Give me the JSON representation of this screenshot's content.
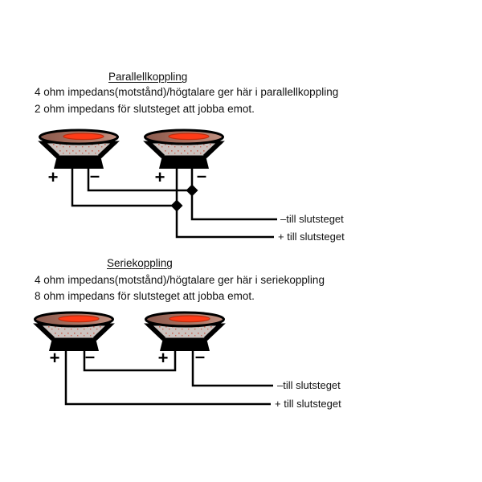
{
  "page": {
    "background": "#ffffff"
  },
  "colors": {
    "wire": "#000000",
    "magnet": "#000000",
    "cone_surround_dark": "#8a5a4e",
    "cone_surround_mid": "#a7705f",
    "cone_surround_light": "#c09182",
    "cone_body": "#ccc3bf",
    "cone_speckle": "#c4685a",
    "dustcap_red": "#ff3b17",
    "dustcap_edge": "#bf2c0e",
    "text": "#111111"
  },
  "parallel": {
    "title": "Parallellkoppling",
    "description_line1": "4 ohm impedans(motstånd)/högtalare ger här i parallellkoppling",
    "description_line2": "2 ohm impedans för slutsteget att jobba emot.",
    "speakers": [
      {
        "plus": "+",
        "minus": "–"
      },
      {
        "plus": "+",
        "minus": "–"
      }
    ],
    "output_minus": "–till slutsteget",
    "output_plus": "+ till slutsteget"
  },
  "series": {
    "title": "Seriekoppling",
    "description_line1": "4 ohm impedans(motstånd)/högtalare ger här i seriekoppling",
    "description_line2": "8 ohm impedans för slutsteget att jobba emot.",
    "speakers": [
      {
        "plus": "+",
        "minus": "–"
      },
      {
        "plus": "+",
        "minus": "–"
      }
    ],
    "output_minus": "–till slutsteget",
    "output_plus": "+ till slutsteget"
  }
}
